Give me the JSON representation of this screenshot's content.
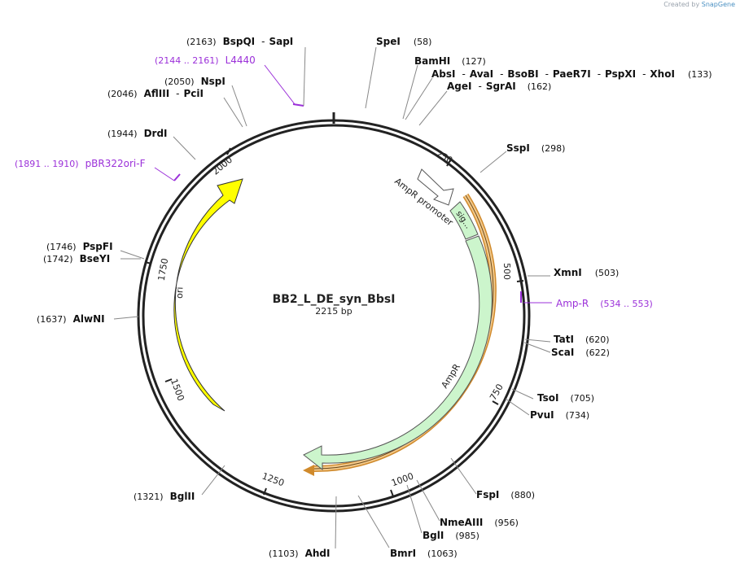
{
  "branding": {
    "created_by": "Created by",
    "app_name": "SnapGene"
  },
  "plasmid": {
    "name": "BB2_L_DE_syn_BbsI",
    "size_label": "2215 bp",
    "length": 2215
  },
  "tick_labels": [
    "250",
    "500",
    "750",
    "1000",
    "1250",
    "1500",
    "1750",
    "2000"
  ],
  "sites": [
    {
      "pos": "(2163)",
      "names": [
        "BspQI",
        "SapI"
      ]
    },
    {
      "pos": "(58)",
      "names": [
        "SpeI"
      ]
    },
    {
      "pos": "(127)",
      "names": [
        "BamHI"
      ]
    },
    {
      "pos": "(133)",
      "names": [
        "AbsI",
        "AvaI",
        "BsoBI",
        "PaeR7I",
        "PspXI",
        "XhoI"
      ]
    },
    {
      "pos": "(162)",
      "names": [
        "AgeI",
        "SgrAI"
      ]
    },
    {
      "pos": "(2050)",
      "names": [
        "NspI"
      ]
    },
    {
      "pos": "(2046)",
      "names": [
        "AflIII",
        "PciI"
      ]
    },
    {
      "pos": "(1944)",
      "names": [
        "DrdI"
      ]
    },
    {
      "pos": "(298)",
      "names": [
        "SspI"
      ]
    },
    {
      "pos": "(1746)",
      "names": [
        "PspFI"
      ]
    },
    {
      "pos": "(1742)",
      "names": [
        "BseYI"
      ]
    },
    {
      "pos": "(503)",
      "names": [
        "XmnI"
      ]
    },
    {
      "pos": "(1637)",
      "names": [
        "AlwNI"
      ]
    },
    {
      "pos": "(620)",
      "names": [
        "TatI"
      ]
    },
    {
      "pos": "(622)",
      "names": [
        "ScaI"
      ]
    },
    {
      "pos": "(705)",
      "names": [
        "TsoI"
      ]
    },
    {
      "pos": "(734)",
      "names": [
        "PvuI"
      ]
    },
    {
      "pos": "(880)",
      "names": [
        "FspI"
      ]
    },
    {
      "pos": "(956)",
      "names": [
        "NmeAIII"
      ]
    },
    {
      "pos": "(985)",
      "names": [
        "BglI"
      ]
    },
    {
      "pos": "(1321)",
      "names": [
        "BglII"
      ]
    },
    {
      "pos": "(1103)",
      "names": [
        "AhdI"
      ]
    },
    {
      "pos": "(1063)",
      "names": [
        "BmrI"
      ]
    }
  ],
  "primers": [
    {
      "range": "(2144 .. 2161)",
      "name": "L4440"
    },
    {
      "range": "(1891 .. 1910)",
      "name": "pBR322ori-F"
    },
    {
      "range": "(534 .. 553)",
      "name": "Amp-R"
    }
  ],
  "features": [
    {
      "name": "ori",
      "start": 1403,
      "end": 2017,
      "color": "#ffff00"
    },
    {
      "name": "AmpR promoter",
      "start": 171,
      "end": 236,
      "color": "#ffffff"
    },
    {
      "name": "sig...",
      "start": 237,
      "end": 305,
      "color": "#ccf5cc"
    },
    {
      "name": "AmpR",
      "start": 306,
      "end": 1097,
      "color": "#ccf5cc"
    }
  ],
  "colors": {
    "primer": "#9b30d9",
    "orf": "#e8a23c",
    "backbone": "#222222"
  }
}
